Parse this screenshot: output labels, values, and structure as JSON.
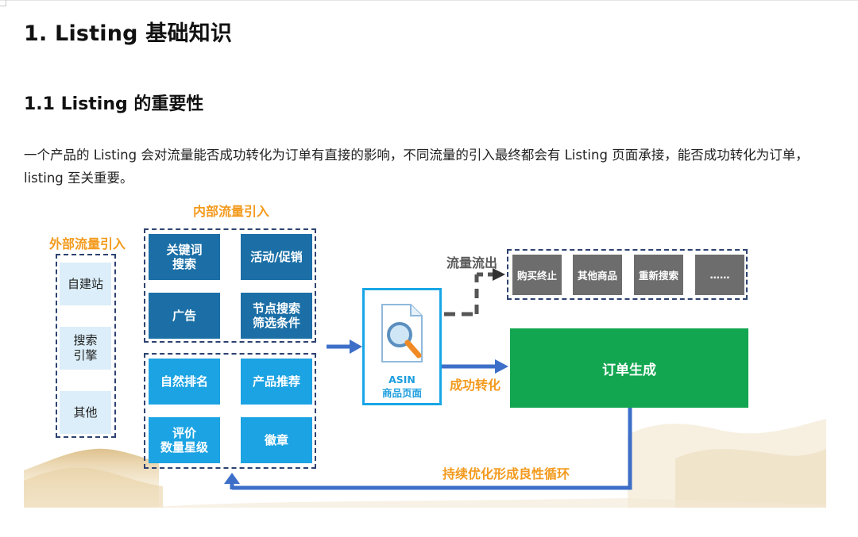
{
  "heading1": "1. Listing 基础知识",
  "heading2": "1.1 Listing 的重要性",
  "paragraph": "一个产品的 Listing 会对流量能否成功转化为订单有直接的影响，不同流量的引入最终都会有 Listing 页面承接，能否成功转化为订单，listing 至关重要。",
  "figure": {
    "external_title": "外部流量引入",
    "external_items": [
      "自建站",
      "搜索\n引擎",
      "其他"
    ],
    "internal_title": "内部流量引入",
    "internal_top": [
      "关键词\n搜索",
      "活动/促销",
      "广告",
      "节点搜索\n筛选条件"
    ],
    "internal_bottom": [
      "自然排名",
      "产品推荐",
      "评价\n数量星级",
      "徽章"
    ],
    "asin_label": "ASIN\n商品页面",
    "outflow_title": "流量流出",
    "outflow_items": [
      "购买终止",
      "其他商品",
      "重新搜索",
      "……"
    ],
    "conversion_label": "成功转化",
    "order_label": "订单生成",
    "loop_label": "持续优化形成良性循环",
    "colors": {
      "orange": "#f39a1d",
      "dark_blue": "#1b6fa6",
      "light_blue": "#1ca3e3",
      "green": "#13a650",
      "gray": "#6d6d6d",
      "arrow_blue": "#3d6fc8"
    }
  }
}
